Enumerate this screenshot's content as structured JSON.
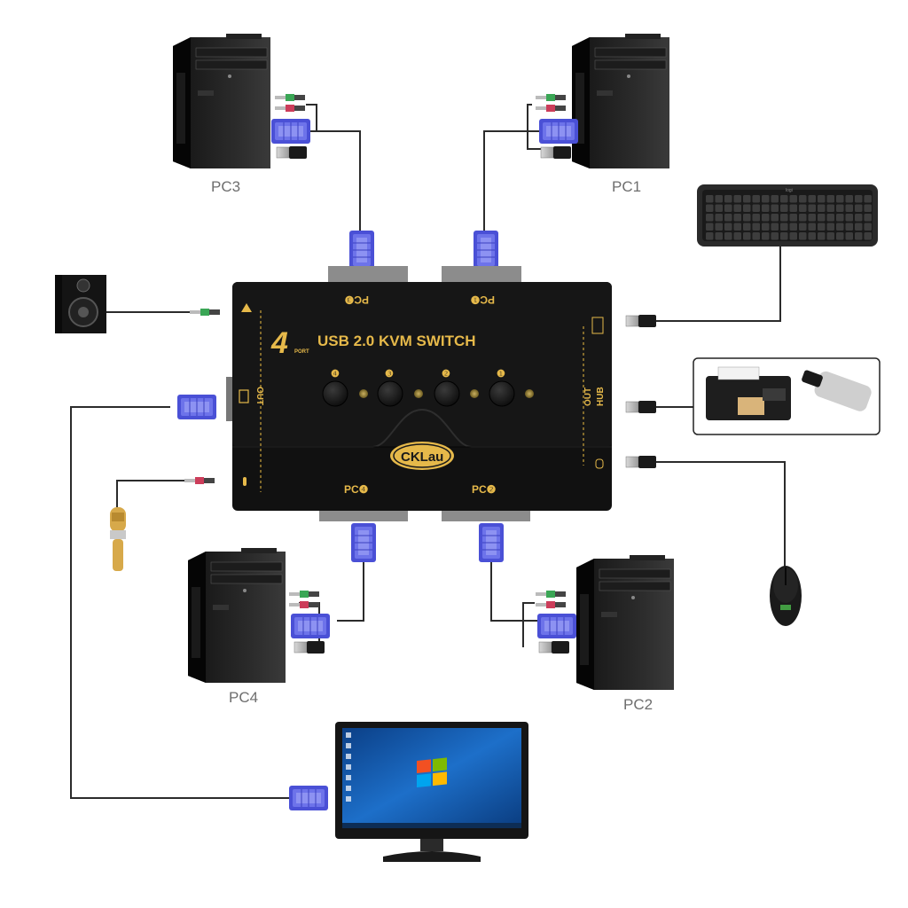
{
  "device": {
    "title": "USB 2.0 KVM SWITCH",
    "port_count": "4",
    "port_word": "PORT",
    "brand": "CKLau",
    "port_labels_top": [
      "PC❸",
      "PC❶"
    ],
    "port_labels_bottom": [
      "PC❹",
      "PC❷"
    ],
    "buttons": [
      "❹",
      "❸",
      "❷",
      "❶"
    ],
    "side_left": "OUT",
    "side_right_1": "OUT",
    "side_right_2": "HUB"
  },
  "pcs": {
    "pc1": "PC1",
    "pc2": "PC2",
    "pc3": "PC3",
    "pc4": "PC4"
  },
  "keyboard_brand": "logi",
  "colors": {
    "device_body": "#111111",
    "accent_gold": "#e6b94a",
    "vga_blue": "#5a5fe0",
    "monitor_screen": "#1d6fc9"
  }
}
